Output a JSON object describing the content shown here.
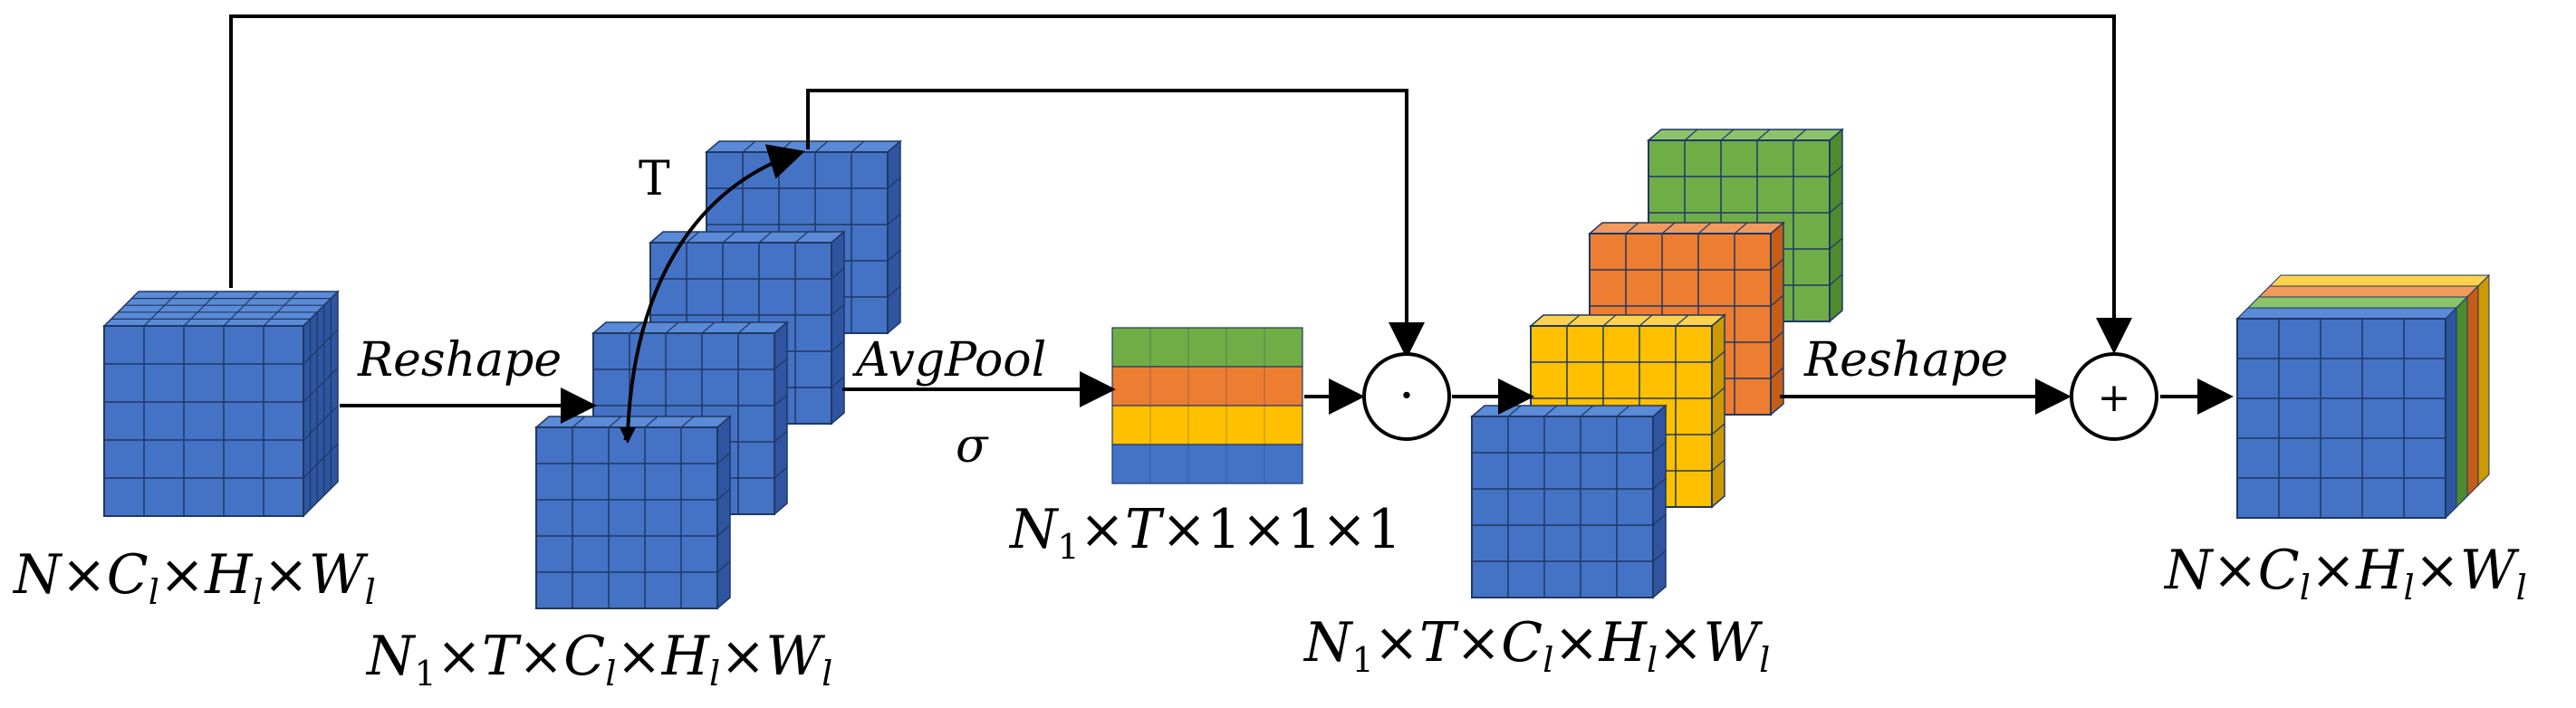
{
  "labels": {
    "reshape_1": "Reshape",
    "reshape_2": "Reshape",
    "avgpool": "AvgPool",
    "sigma": "σ",
    "t_label": "T",
    "mul_symbol": "·",
    "add_symbol": "+"
  },
  "dims": {
    "input": {
      "n": "N",
      "c": "C",
      "h": "H",
      "w": "W",
      "sub": "l",
      "times": "×"
    },
    "reshaped": {
      "n": "N",
      "n_sub": "1",
      "t": "T",
      "c": "C",
      "h": "H",
      "w": "W",
      "sub": "l",
      "times": "×"
    },
    "pooled": {
      "n": "N",
      "n_sub": "1",
      "t": "T",
      "one": "1",
      "times": "×"
    },
    "scaled": {
      "n": "N",
      "n_sub": "1",
      "t": "T",
      "c": "C",
      "h": "H",
      "w": "W",
      "sub": "l",
      "times": "×"
    },
    "output": {
      "n": "N",
      "c": "C",
      "h": "H",
      "w": "W",
      "sub": "l",
      "times": "×"
    }
  },
  "colors": {
    "blue": "#4472c4",
    "blue_top": "#5b8ad6",
    "blue_side": "#2f55a0",
    "green": "#70ad47",
    "green_top": "#8cc46a",
    "green_side": "#4e8a2e",
    "orange": "#ed7d31",
    "orange_top": "#f2995c",
    "orange_side": "#c45d17",
    "yellow": "#ffc000",
    "yellow_top": "#ffd24d",
    "yellow_side": "#cc9a00",
    "grid": "#1f3864",
    "line": "#000000"
  }
}
